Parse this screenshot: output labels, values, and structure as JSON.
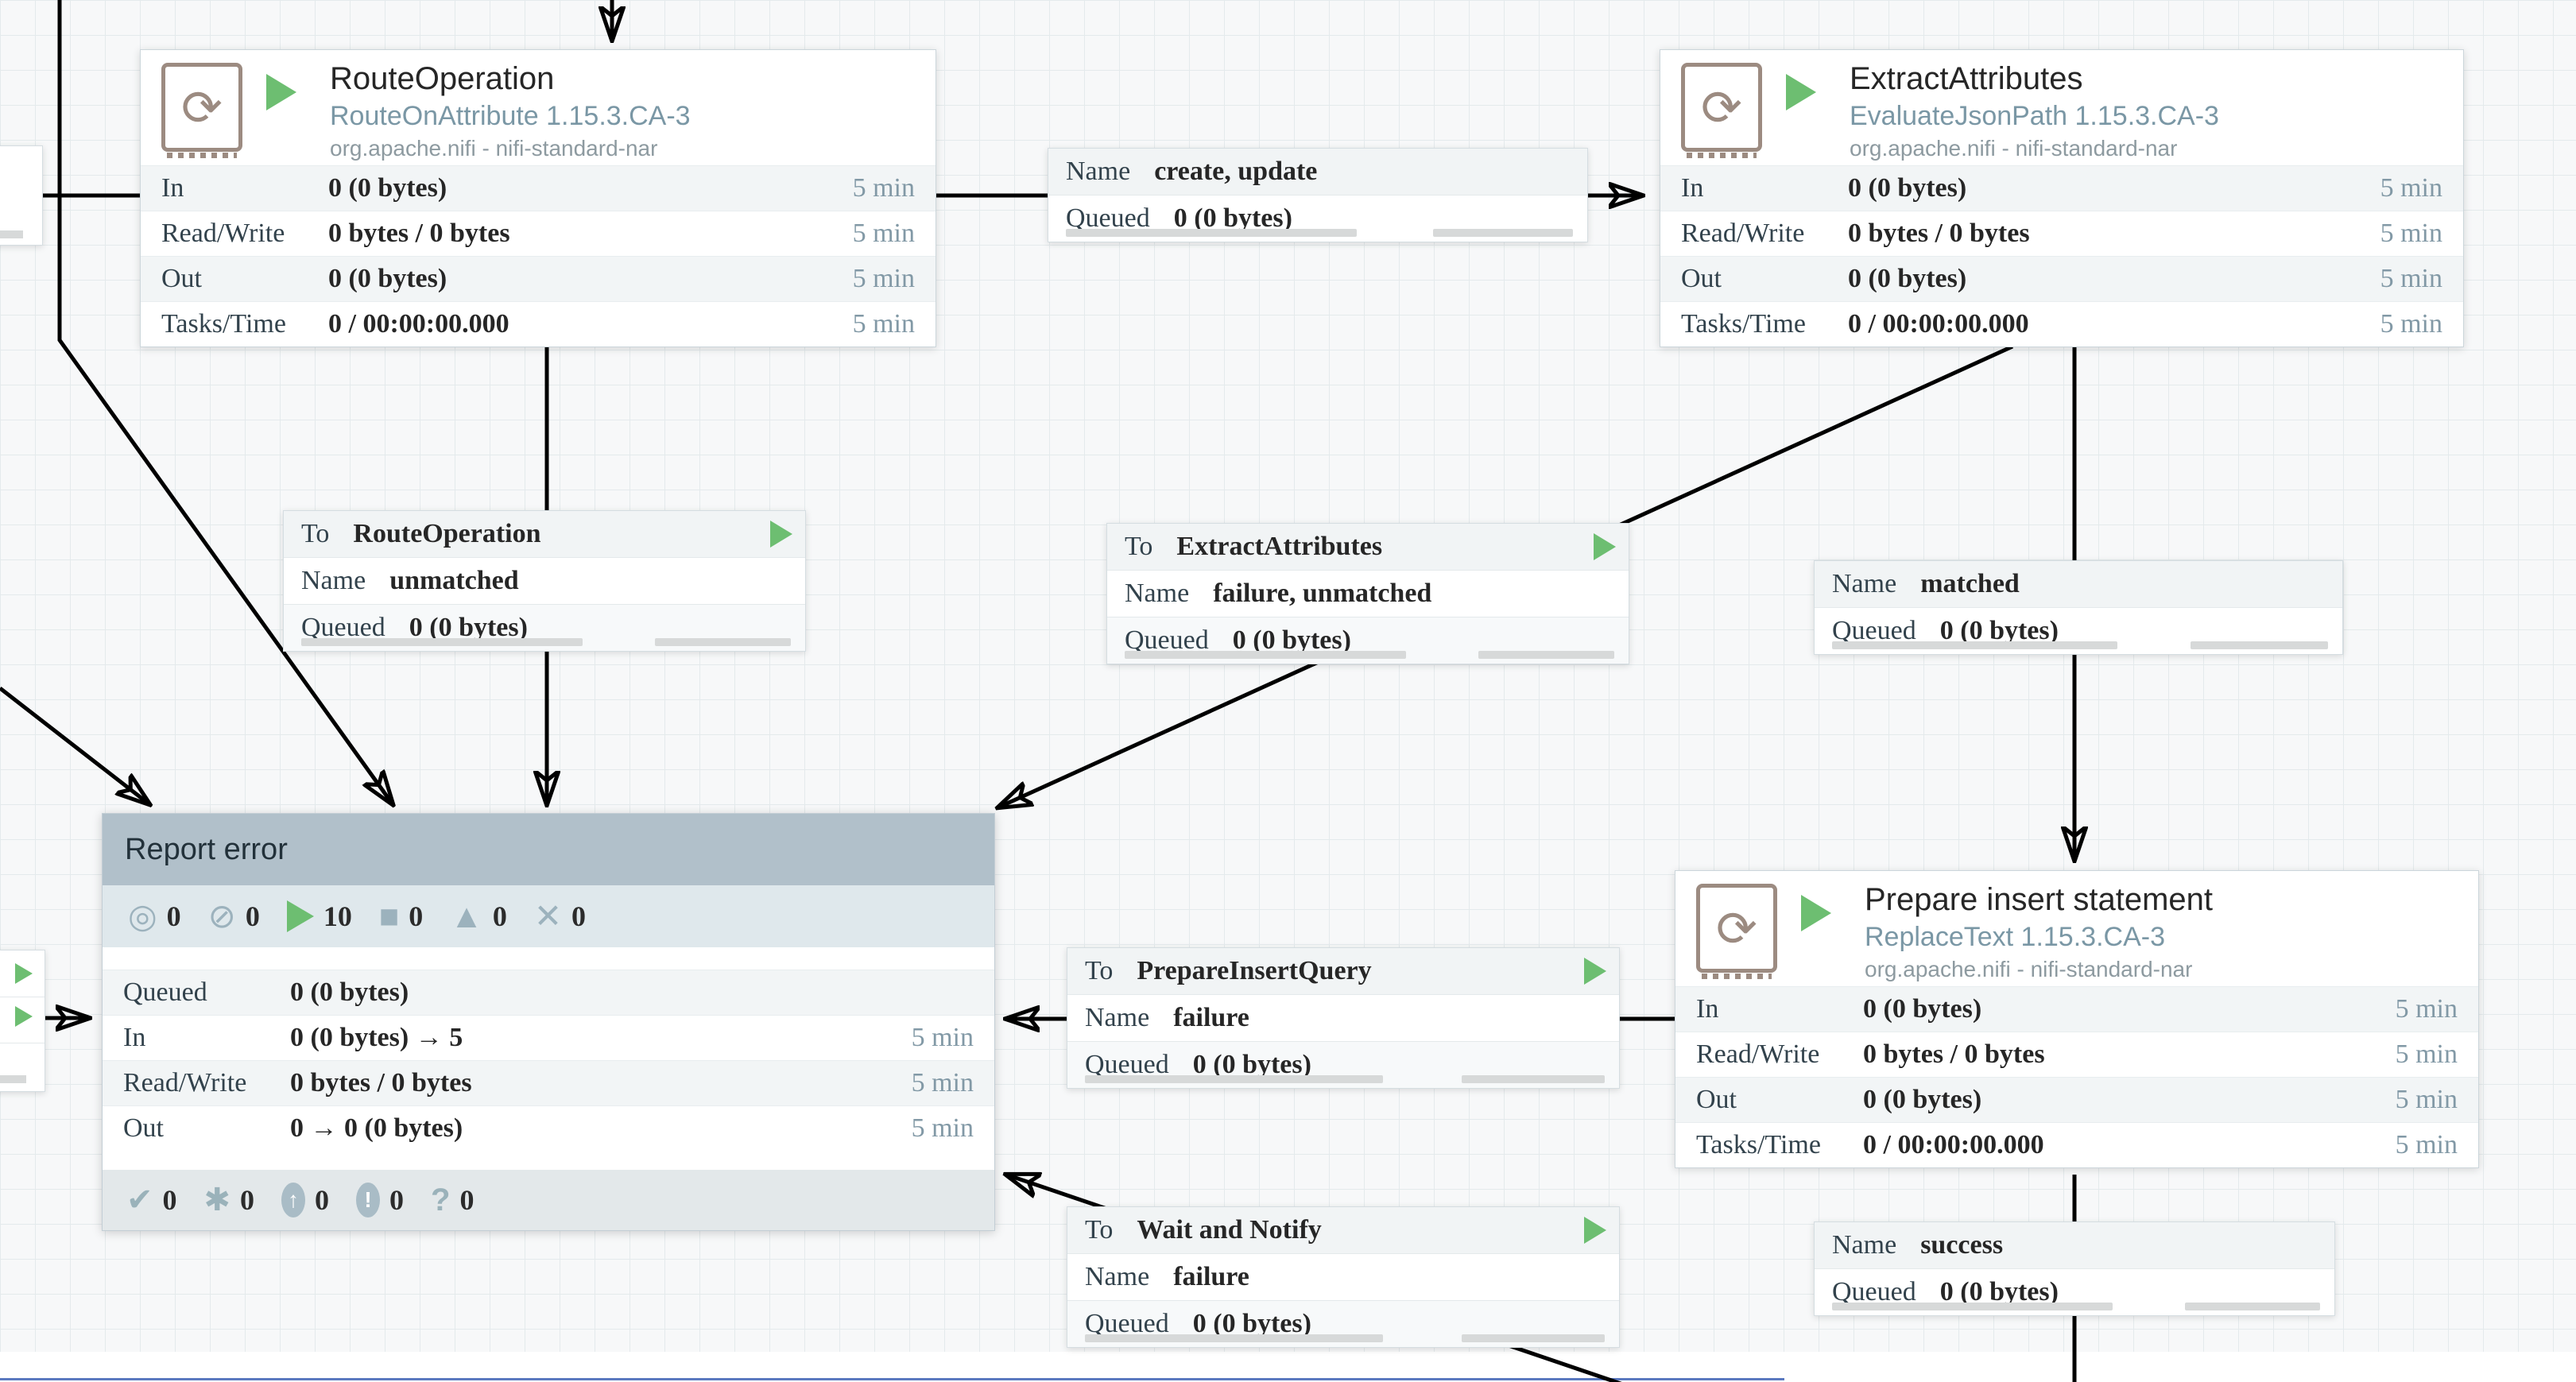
{
  "colors": {
    "accent_green": "#6dbe71",
    "processor_icon_taupe": "#9c8b81",
    "group_header_bg": "#b1c0ca",
    "canvas_grid": "#e4eaec",
    "connection_line": "#000000"
  },
  "field_labels": {
    "to": "To",
    "name": "Name",
    "queued": "Queued"
  },
  "processors": [
    {
      "title": "RouteOperation",
      "type": "RouteOnAttribute 1.15.3.CA-3",
      "bundle": "org.apache.nifi - nifi-standard-nar",
      "stats": [
        {
          "label": "In",
          "value": "0 (0 bytes)",
          "window": "5 min"
        },
        {
          "label": "Read/Write",
          "value": "0 bytes / 0 bytes",
          "window": "5 min"
        },
        {
          "label": "Out",
          "value": "0 (0 bytes)",
          "window": "5 min"
        },
        {
          "label": "Tasks/Time",
          "value": "0 / 00:00:00.000",
          "window": "5 min"
        }
      ]
    },
    {
      "title": "ExtractAttributes",
      "type": "EvaluateJsonPath 1.15.3.CA-3",
      "bundle": "org.apache.nifi - nifi-standard-nar",
      "stats": [
        {
          "label": "In",
          "value": "0 (0 bytes)",
          "window": "5 min"
        },
        {
          "label": "Read/Write",
          "value": "0 bytes / 0 bytes",
          "window": "5 min"
        },
        {
          "label": "Out",
          "value": "0 (0 bytes)",
          "window": "5 min"
        },
        {
          "label": "Tasks/Time",
          "value": "0 / 00:00:00.000",
          "window": "5 min"
        }
      ]
    },
    {
      "title": "Prepare insert statement",
      "type": "ReplaceText 1.15.3.CA-3",
      "bundle": "org.apache.nifi - nifi-standard-nar",
      "stats": [
        {
          "label": "In",
          "value": "0 (0 bytes)",
          "window": "5 min"
        },
        {
          "label": "Read/Write",
          "value": "0 bytes / 0 bytes",
          "window": "5 min"
        },
        {
          "label": "Out",
          "value": "0 (0 bytes)",
          "window": "5 min"
        },
        {
          "label": "Tasks/Time",
          "value": "0 / 00:00:00.000",
          "window": "5 min"
        }
      ]
    }
  ],
  "group": {
    "title": "Report error",
    "counts": {
      "transmitting": "0",
      "not_transmitting": "0",
      "running": "10",
      "stopped": "0",
      "invalid": "0",
      "disabled": "0"
    },
    "stats": [
      {
        "label": "Queued",
        "value": "0 (0 bytes)",
        "window": ""
      },
      {
        "label": "In",
        "value": "0 (0 bytes) → 5",
        "window": "5 min"
      },
      {
        "label": "Read/Write",
        "value": "0 bytes / 0 bytes",
        "window": "5 min"
      },
      {
        "label": "Out",
        "value": "0 → 0 (0 bytes)",
        "window": "5 min"
      }
    ],
    "versioned": {
      "up_to_date": "0",
      "locally_modified": "0",
      "stale": "0",
      "locally_modified_and_stale": "0",
      "sync_failure": "0"
    }
  },
  "connections": [
    {
      "name_value": "create, update",
      "queued_value": "0 (0 bytes)"
    },
    {
      "to_value": "RouteOperation",
      "name_value": "unmatched",
      "queued_value": "0 (0 bytes)"
    },
    {
      "to_value": "ExtractAttributes",
      "name_value": "failure, unmatched",
      "queued_value": "0 (0 bytes)"
    },
    {
      "name_value": "matched",
      "queued_value": "0 (0 bytes)"
    },
    {
      "to_value": "PrepareInsertQuery",
      "name_value": "failure",
      "queued_value": "0 (0 bytes)"
    },
    {
      "to_value": "Wait and Notify",
      "name_value": "failure",
      "queued_value": "0 (0 bytes)"
    },
    {
      "name_value": "success",
      "queued_value": "0 (0 bytes)"
    }
  ]
}
